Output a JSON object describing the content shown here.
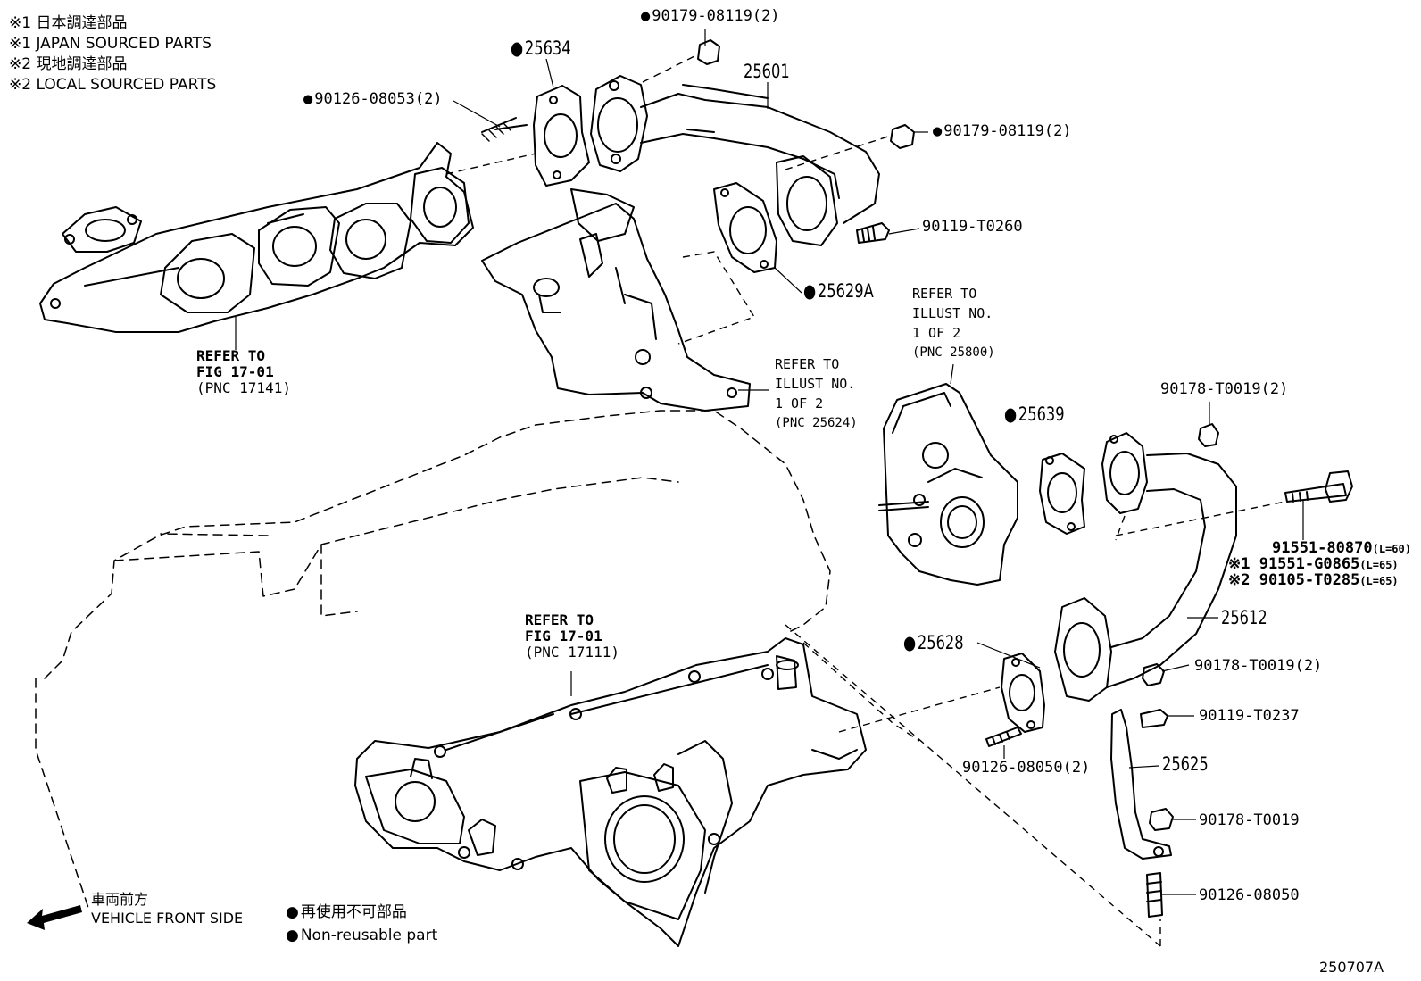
{
  "notes": [
    "※1 日本調達部品",
    "※1 JAPAN SOURCED PARTS",
    "※2 現地調達部品",
    "※2 LOCAL SOURCED PARTS"
  ],
  "parts": {
    "p90179_top": "90179-08119(2)",
    "p25634": "25634",
    "p25601": "25601",
    "p90126_08053": "90126-08053(2)",
    "p90179_right": "90179-08119(2)",
    "p90119_t0260": "90119-T0260",
    "p25629a": "25629A",
    "p25639": "25639",
    "p90178_top": "90178-T0019(2)",
    "p91551_80870": "91551-80870",
    "p91551_80870_len": "(L=60)",
    "p91551_g0865": "※1 91551-G0865",
    "p91551_g0865_len": "(L=65)",
    "p90105_t0285": "※2 90105-T0285",
    "p90105_t0285_len": "(L=65)",
    "p25612": "25612",
    "p25628": "25628",
    "p90178_mid": "90178-T0019(2)",
    "p90119_t0237": "90119-T0237",
    "p90126_08050_2": "90126-08050(2)",
    "p25625": "25625",
    "p90178_single": "90178-T0019",
    "p90126_08050": "90126-08050"
  },
  "refs": {
    "fig17_top": [
      "REFER TO",
      "FIG 17-01",
      "(PNC 17141)"
    ],
    "illust_25624": [
      "REFER TO",
      "ILLUST NO.",
      "1 OF 2",
      "(PNC 25624)"
    ],
    "illust_25800": [
      "REFER TO",
      "ILLUST NO.",
      "1 OF 2",
      "(PNC 25800)"
    ],
    "fig17_bottom": [
      "REFER TO",
      "FIG 17-01",
      "(PNC 17111)"
    ]
  },
  "legend": {
    "front_jp": "車両前方",
    "front_en": "VEHICLE FRONT SIDE",
    "nonreuse_jp": "再使用不可部品",
    "nonreuse_en": "Non-reusable part"
  },
  "diagram_id": "250707A"
}
